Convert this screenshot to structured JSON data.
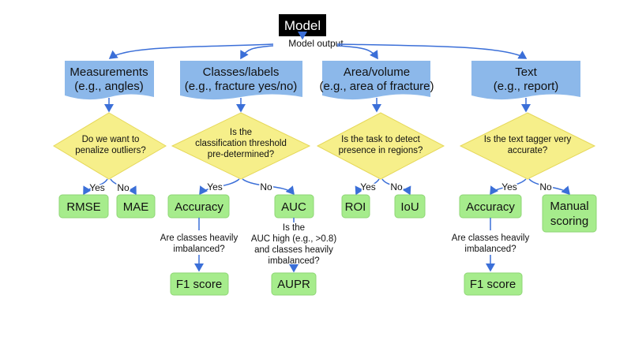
{
  "model": "Model",
  "model_output": "Model output",
  "colors": {
    "category": "#8cb8ea",
    "question": "#f6ef8a",
    "metric": "#a6ec8c",
    "arrow": "#3b6fd8"
  },
  "branches": [
    {
      "title": "Measurements",
      "example": "(e.g., angles)",
      "question": [
        "Do we want to",
        "penalize outliers?"
      ],
      "yes": "Yes",
      "no": "No",
      "yes_metric": "RMSE",
      "no_metric": "MAE"
    },
    {
      "title": "Classes/labels",
      "example": "(e.g., fracture yes/no)",
      "question": [
        "Is the",
        "classification threshold",
        "pre-determined?"
      ],
      "yes": "Yes",
      "no": "No",
      "yes_metric": "Accuracy",
      "no_metric": "AUC",
      "yes_followup": [
        "Are classes heavily",
        "imbalanced?"
      ],
      "yes_followup_metric": "F1 score",
      "no_followup": [
        "Is the",
        "AUC high (e.g., >0.8)",
        "and classes heavily",
        "imbalanced?"
      ],
      "no_followup_metric": "AUPR"
    },
    {
      "title": "Area/volume",
      "example": "(e.g., area of fracture)",
      "question": [
        "Is the task to detect",
        "presence in regions?"
      ],
      "yes": "Yes",
      "no": "No",
      "yes_metric": "ROI",
      "no_metric": "IoU"
    },
    {
      "title": "Text",
      "example": "(e.g., report)",
      "question": [
        "Is the text tagger very",
        "accurate?"
      ],
      "yes": "Yes",
      "no": "No",
      "yes_metric": "Accuracy",
      "no_metric": [
        "Manual",
        "scoring"
      ],
      "yes_followup": [
        "Are classes heavily",
        "imbalanced?"
      ],
      "yes_followup_metric": "F1 score"
    }
  ]
}
